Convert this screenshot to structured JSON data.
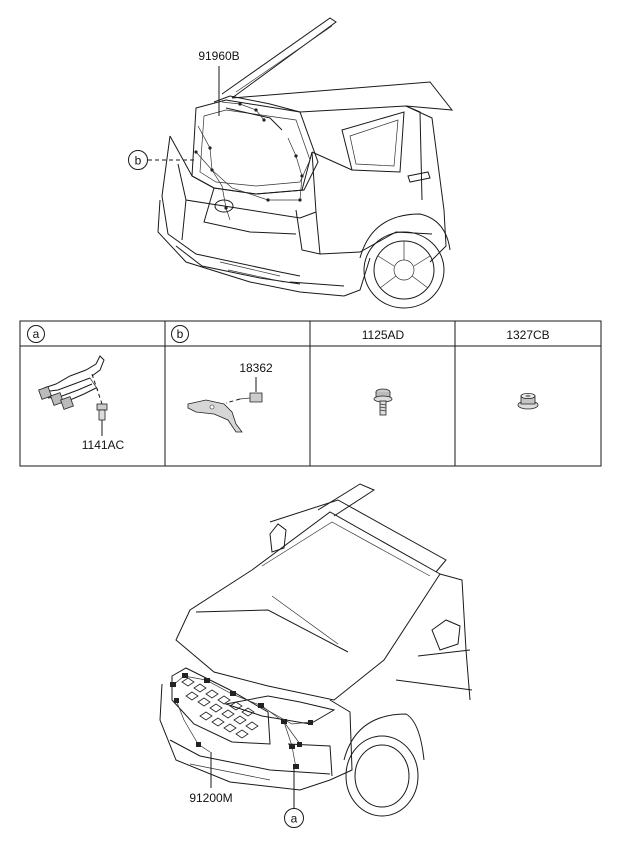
{
  "top": {
    "part_label": "91960B",
    "callout": "b"
  },
  "table": {
    "headers": [
      {
        "callout": "a",
        "text": ""
      },
      {
        "callout": "b",
        "text": ""
      },
      {
        "callout": "",
        "text": "1125AD"
      },
      {
        "callout": "",
        "text": "1327CB"
      }
    ],
    "cells": {
      "a_part": "1141AC",
      "b_part": "18362"
    }
  },
  "bottom": {
    "part_label": "91200M",
    "callout": "a"
  }
}
